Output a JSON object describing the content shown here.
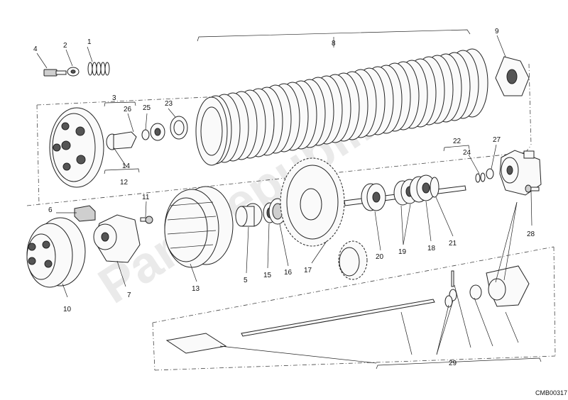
{
  "diagram": {
    "callouts": [
      "1",
      "2",
      "3",
      "4",
      "5",
      "6",
      "7",
      "8",
      "9",
      "10",
      "11",
      "12",
      "13",
      "14",
      "15",
      "16",
      "17",
      "18",
      "19",
      "20",
      "21",
      "22",
      "23",
      "24",
      "25",
      "26",
      "27",
      "28",
      "29"
    ],
    "drawing_code": "CMB00317",
    "watermark": "Partsrepublik"
  }
}
